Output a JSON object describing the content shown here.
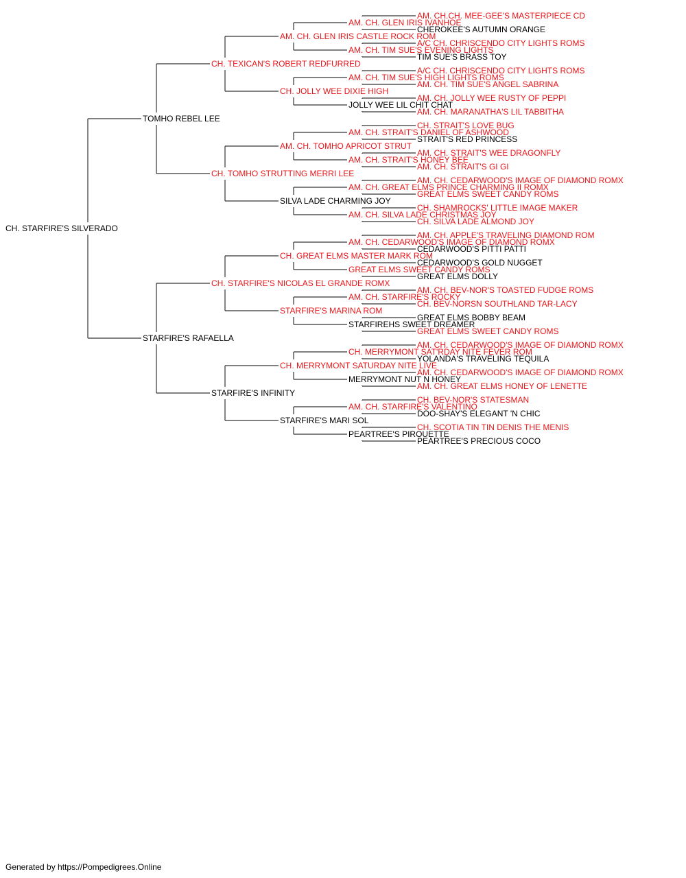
{
  "colors": {
    "champion": "#e8161a",
    "regular": "#000000",
    "line": "#333333"
  },
  "footer": "Generated by https://Pompedigrees.Online",
  "tree": {
    "name": "CH. STARFIRE'S SILVERADO",
    "champion": false,
    "sire": {
      "name": "TOMHO REBEL LEE",
      "champion": false,
      "sire": {
        "name": "CH. TEXICAN'S ROBERT REDFURRED",
        "champion": true,
        "sire": {
          "name": "AM. CH. GLEN IRIS CASTLE ROCK ROM",
          "champion": true,
          "sire": {
            "name": "AM. CH. GLEN IRIS IVANHOE",
            "champion": true,
            "sire": {
              "name": "AM. CH.CH. MEE-GEE'S MASTERPIECE CD",
              "champion": true
            },
            "dam": {
              "name": "CHEROKEE'S AUTUMN ORANGE",
              "champion": false
            }
          },
          "dam": {
            "name": "AM. CH. TIM SUE'S EVENING LIGHTS",
            "champion": true,
            "sire": {
              "name": "A/C CH. CHRISCENDO CITY LIGHTS ROMS",
              "champion": true
            },
            "dam": {
              "name": "TIM SUE'S BRASS TOY",
              "champion": false
            }
          }
        },
        "dam": {
          "name": "CH. JOLLY WEE DIXIE HIGH",
          "champion": true,
          "sire": {
            "name": "AM. CH. TIM SUE'S HIGH LIGHTS ROMS",
            "champion": true,
            "sire": {
              "name": "A/C CH. CHRISCENDO CITY LIGHTS ROMS",
              "champion": true
            },
            "dam": {
              "name": "AM. CH. TIM SUE'S ANGEL SABRINA",
              "champion": true
            }
          },
          "dam": {
            "name": "JOLLY WEE LIL CHIT CHAT",
            "champion": false,
            "sire": {
              "name": "AM. CH. JOLLY WEE RUSTY OF PEPPI",
              "champion": true
            },
            "dam": {
              "name": "AM. CH. MARANATHA'S LIL TABBITHA",
              "champion": true
            }
          }
        }
      },
      "dam": {
        "name": "CH. TOMHO STRUTTING MERRI LEE",
        "champion": true,
        "sire": {
          "name": "AM. CH. TOMHO APRICOT STRUT",
          "champion": true,
          "sire": {
            "name": "AM. CH. STRAIT'S DANIEL OF ASHWOOD",
            "champion": true,
            "sire": {
              "name": "CH. STRAIT'S LOVE BUG",
              "champion": true
            },
            "dam": {
              "name": "STRAIT'S RED PRINCESS",
              "champion": false
            }
          },
          "dam": {
            "name": "AM. CH. STRAIT'S HONEY BEE",
            "champion": true,
            "sire": {
              "name": "AM. CH. STRAIT'S WEE DRAGONFLY",
              "champion": true
            },
            "dam": {
              "name": "AM. CH. STRAIT'S GI GI",
              "champion": true
            }
          }
        },
        "dam": {
          "name": "SILVA LADE CHARMING JOY",
          "champion": false,
          "sire": {
            "name": "AM. CH. GREAT ELMS PRINCE CHARMING II ROMX",
            "champion": true,
            "sire": {
              "name": "AM. CH. CEDARWOOD'S IMAGE OF DIAMOND ROMX",
              "champion": true
            },
            "dam": {
              "name": "GREAT ELMS SWEET CANDY ROMS",
              "champion": true
            }
          },
          "dam": {
            "name": "AM. CH. SILVA LADE CHRISTMAS JOY",
            "champion": true,
            "sire": {
              "name": "CH. SHAMROCKS' LITTLE IMAGE MAKER",
              "champion": true
            },
            "dam": {
              "name": "CH. SILVA LADE ALMOND JOY",
              "champion": true
            }
          }
        }
      }
    },
    "dam": {
      "name": "STARFIRE'S RAFAELLA",
      "champion": false,
      "sire": {
        "name": "CH. STARFIRE'S NICOLAS EL GRANDE ROMX",
        "champion": true,
        "sire": {
          "name": "CH. GREAT ELMS MASTER MARK ROM",
          "champion": true,
          "sire": {
            "name": "AM. CH. CEDARWOOD'S IMAGE OF DIAMOND ROMX",
            "champion": true,
            "sire": {
              "name": "AM. CH. APPLE'S TRAVELING DIAMOND ROM",
              "champion": true
            },
            "dam": {
              "name": "CEDARWOOD'S PITTI PATTI",
              "champion": false
            }
          },
          "dam": {
            "name": "GREAT ELMS SWEET CANDY ROMS",
            "champion": true,
            "sire": {
              "name": "CEDARWOOD'S GOLD NUGGET",
              "champion": false
            },
            "dam": {
              "name": "GREAT ELMS DOLLY",
              "champion": false
            }
          }
        },
        "dam": {
          "name": "STARFIRE'S MARINA ROM",
          "champion": true,
          "sire": {
            "name": "AM. CH. STARFIRE'S ROCKY",
            "champion": true,
            "sire": {
              "name": "AM. CH. BEV-NOR'S TOASTED FUDGE ROMS",
              "champion": true
            },
            "dam": {
              "name": "CH. BEV-NORSN SOUTHLAND TAR-LACY",
              "champion": true
            }
          },
          "dam": {
            "name": "STARFIREHS SWEET DREAMER",
            "champion": false,
            "sire": {
              "name": "GREAT ELMS BOBBY BEAM",
              "champion": false
            },
            "dam": {
              "name": "GREAT ELMS SWEET CANDY ROMS",
              "champion": true
            }
          }
        }
      },
      "dam": {
        "name": "STARFIRE'S INFINITY",
        "champion": false,
        "sire": {
          "name": "CH. MERRYMONT SATURDAY NITE LIVE",
          "champion": true,
          "sire": {
            "name": "CH. MERRYMONT SAT'RDAY NITE FEVER ROM",
            "champion": true,
            "sire": {
              "name": "AM. CH. CEDARWOOD'S IMAGE OF DIAMOND ROMX",
              "champion": true
            },
            "dam": {
              "name": "YOLANDA'S TRAVELING TEQUILA",
              "champion": false
            }
          },
          "dam": {
            "name": "MERRYMONT NUT N HONEY",
            "champion": false,
            "sire": {
              "name": "AM. CH. CEDARWOOD'S IMAGE OF DIAMOND ROMX",
              "champion": true
            },
            "dam": {
              "name": "AM. CH. GREAT ELMS HONEY OF LENETTE",
              "champion": true
            }
          }
        },
        "dam": {
          "name": "STARFIRE'S MARI SOL",
          "champion": false,
          "sire": {
            "name": "AM. CH. STARFIRE'S VALENTINO",
            "champion": true,
            "sire": {
              "name": "CH. BEV-NOR'S STATESMAN",
              "champion": true
            },
            "dam": {
              "name": "DOO-SHAY'S ELEGANT 'N CHIC",
              "champion": false
            }
          },
          "dam": {
            "name": "PEARTREE'S PIROUETTE",
            "champion": false,
            "sire": {
              "name": "CH. SCOTIA TIN TIN DENIS THE MENIS",
              "champion": true
            },
            "dam": {
              "name": "PEARTREE'S PRECIOUS COCO",
              "champion": false
            }
          }
        }
      }
    }
  }
}
